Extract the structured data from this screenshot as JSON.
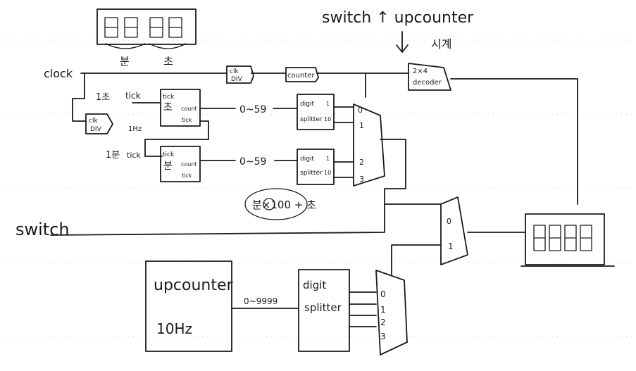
{
  "notes": {
    "top_note": "switch ↑ upcounter",
    "top_note2": "시계"
  },
  "labels": {
    "clock": "clock",
    "switch": "switch",
    "min_label": "분",
    "sec_label": "초",
    "one_sec": "1초",
    "one_min": "1분",
    "tick": "tick",
    "one_hz": "1Hz",
    "range_sec": "0~59",
    "range_min": "0~59",
    "formula": "분×100 + 초",
    "range_up": "0~9999"
  },
  "blocks": {
    "clk_div_top": [
      "clk",
      "DIV"
    ],
    "clk_div_left": [
      "clk",
      "DIV"
    ],
    "counter": "counter",
    "decoder": [
      "2×4",
      "decoder"
    ],
    "sec_counter": {
      "tick_in": "tick",
      "name": "초",
      "count": "count",
      "tick_out": "tick"
    },
    "min_counter": {
      "tick_in": "tick",
      "name": "분",
      "count": "count",
      "tick_out": "tick"
    },
    "digit_splitter_1": {
      "name": [
        "digit",
        "splitter"
      ],
      "ones": "1",
      "tens": "10"
    },
    "digit_splitter_2": {
      "name": [
        "digit",
        "splitter"
      ],
      "ones": "1",
      "tens": "10"
    },
    "digit_splitter_3": {
      "name": [
        "digit",
        "splitter"
      ]
    },
    "upcounter": {
      "name": "upcounter",
      "freq": "10Hz"
    }
  },
  "mux_clock": [
    "0",
    "1",
    "2",
    "3"
  ],
  "mux_select": [
    "0",
    "1"
  ],
  "mux_up": [
    "0",
    "1",
    "2",
    "3"
  ]
}
